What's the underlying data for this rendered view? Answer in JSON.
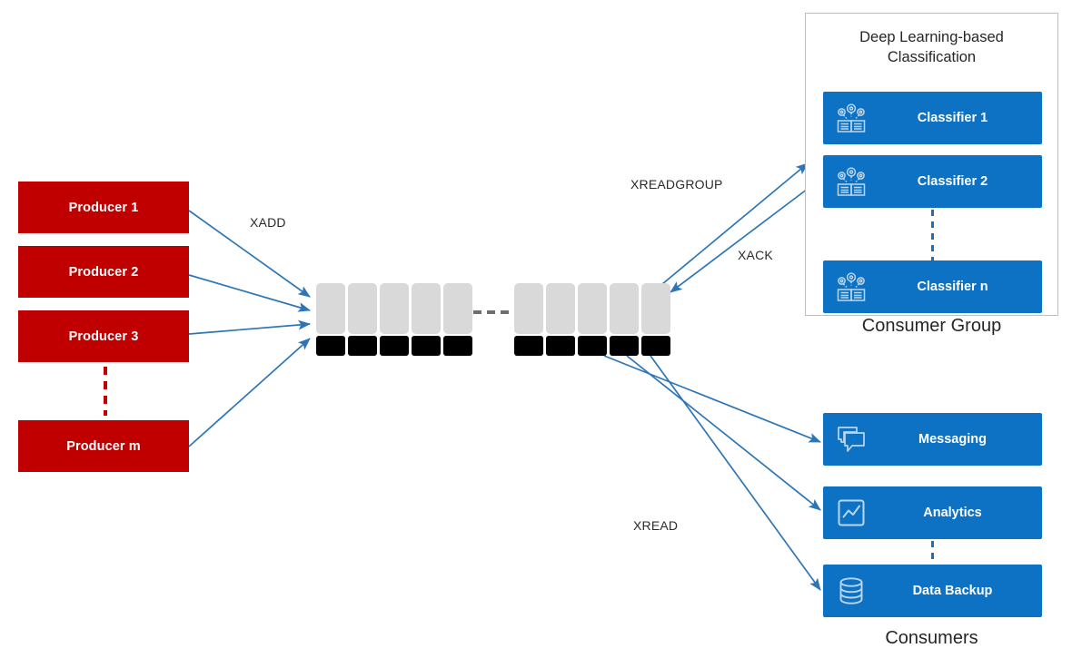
{
  "diagram": {
    "title": "Redis Streams producer-consumer architecture",
    "colors": {
      "producer_red": "#C00000",
      "service_blue": "#0D72C4",
      "arrow_blue": "#2E75B6",
      "stream_cell_gray": "#D9D9D9",
      "stream_cell_black": "#000000",
      "group_border": "#BFBFBF"
    }
  },
  "producers": {
    "items": [
      {
        "label": "Producer 1"
      },
      {
        "label": "Producer 2"
      },
      {
        "label": "Producer 3"
      },
      {
        "label": "Producer m"
      }
    ],
    "ellipsis_between": "Producer 3 and Producer m"
  },
  "stream": {
    "left_group_cells": 5,
    "right_group_cells": 5,
    "gap_marker": "dashed-continuation"
  },
  "commands": {
    "xadd": "XADD",
    "xreadgroup": "XREADGROUP",
    "xack": "XACK",
    "xread": "XREAD"
  },
  "consumer_group": {
    "title_line1": "Deep Learning-based",
    "title_line2": "Classification",
    "caption": "Consumer Group",
    "classifiers": [
      {
        "label": "Classifier 1",
        "icon": "gears-book-icon"
      },
      {
        "label": "Classifier 2",
        "icon": "gears-book-icon"
      },
      {
        "label": "Classifier n",
        "icon": "gears-book-icon"
      }
    ]
  },
  "consumers": {
    "caption": "Consumers",
    "items": [
      {
        "label": "Messaging",
        "icon": "chat-bubbles-icon"
      },
      {
        "label": "Analytics",
        "icon": "line-chart-icon"
      },
      {
        "label": "Data Backup",
        "icon": "database-icon"
      }
    ]
  }
}
